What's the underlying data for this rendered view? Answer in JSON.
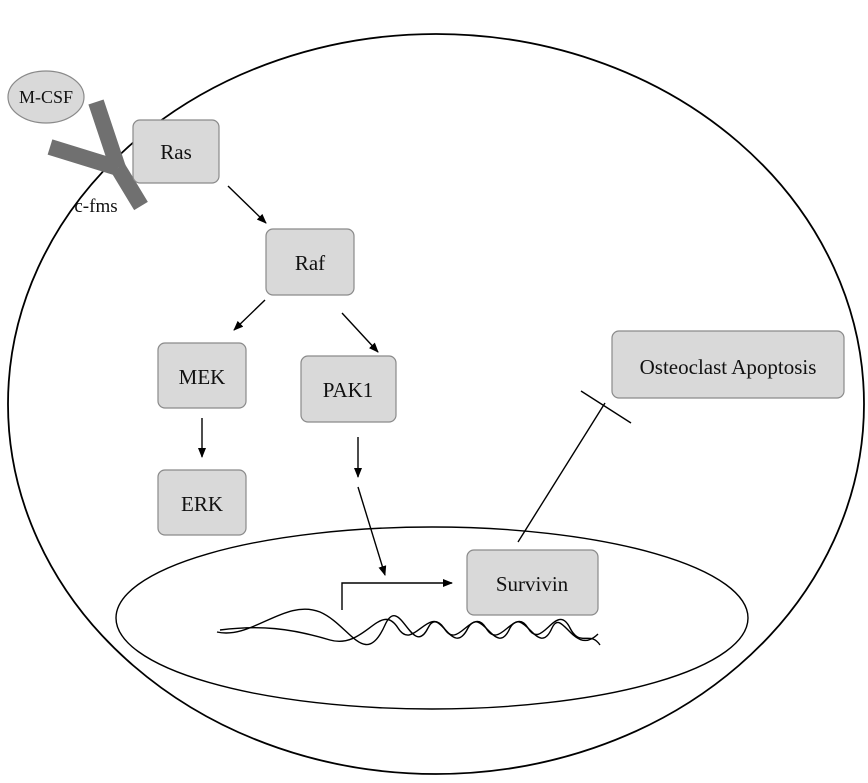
{
  "nodes": {
    "mcsf": "M-CSF",
    "cfms": "c-fms",
    "ras": "Ras",
    "raf": "Raf",
    "mek": "MEK",
    "pak1": "PAK1",
    "erk": "ERK",
    "survivin": "Survivin",
    "apoptosis": "Osteoclast Apoptosis"
  },
  "colors": {
    "node_fill": "#d9d9d9",
    "node_stroke": "#8a8a8a",
    "receptor": "#707070",
    "ligand_fill": "#d9d9d9"
  },
  "icons": {
    "receptor": "y-shaped-receptor-icon",
    "dna": "dna-double-helix-icon",
    "inhibition": "t-bar-inhibition-icon"
  }
}
